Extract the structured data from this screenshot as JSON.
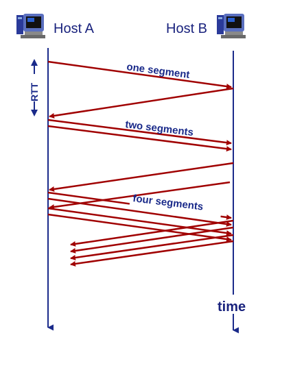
{
  "hosts": {
    "a_label": "Host A",
    "b_label": "Host B"
  },
  "labels": {
    "one_segment": "one segment",
    "two_segments": "two segments",
    "four_segments": "four segments",
    "rtt": "RTT",
    "time": "time"
  },
  "colors": {
    "timeline": "#1a2a8a",
    "segment": "#a00000",
    "text": "#1a2a8a"
  },
  "icons": {
    "host_a": "computer-icon",
    "host_b": "computer-icon"
  }
}
